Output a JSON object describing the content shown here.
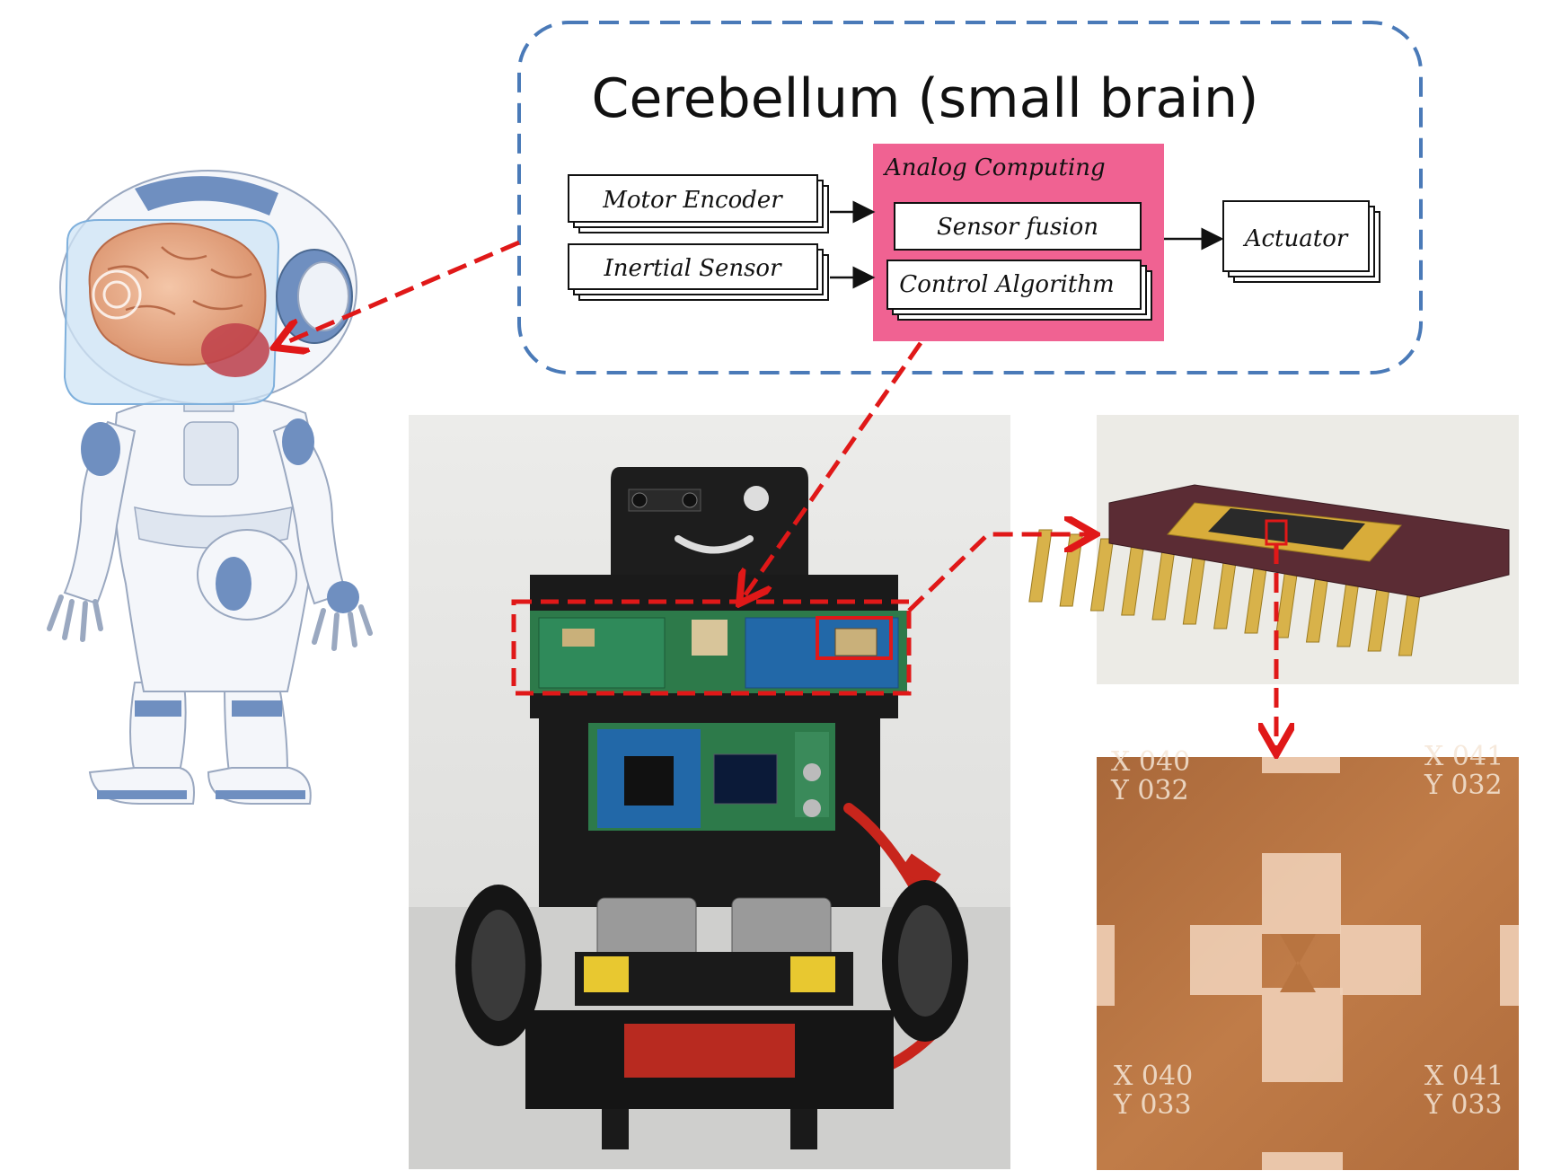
{
  "diagram": {
    "title": "Cerebellum (small brain)",
    "analog_group_label": "Analog Computing",
    "blocks": {
      "motor_encoder": "Motor Encoder",
      "inertial_sensor": "Inertial Sensor",
      "sensor_fusion": "Sensor fusion",
      "control_algorithm": "Control Algorithm",
      "actuator": "Actuator"
    }
  },
  "micrograph": {
    "labels": {
      "top_left_x": "X 040",
      "top_left_y": "Y 032",
      "top_right_x": "X 041",
      "top_right_y": "Y 032",
      "bottom_left_x": "X 040",
      "bottom_left_y": "Y 033",
      "bottom_right_x": "X 041",
      "bottom_right_y": "Y 033"
    }
  },
  "colors": {
    "dashed_box": "#4a7ab8",
    "analog_fill": "#f06292",
    "callout_red": "#e01818",
    "micrograph_bg": "#b87440",
    "micrograph_pad": "#f0cfb6"
  }
}
